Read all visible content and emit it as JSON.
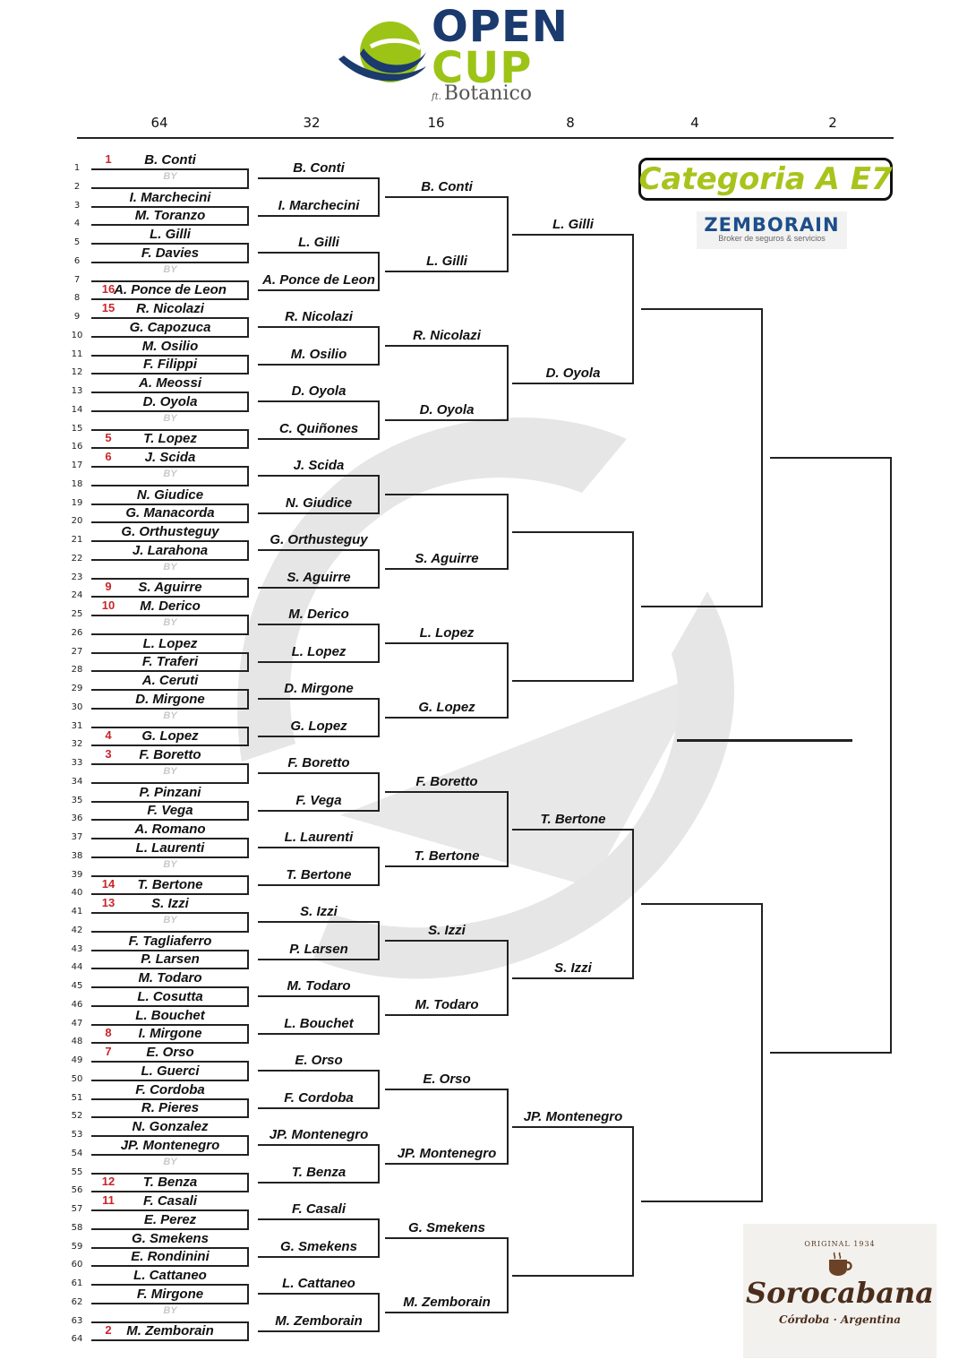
{
  "logo": {
    "word1": "OPEN",
    "word2": "CUP",
    "ft": "ft.",
    "sub": "Botanico"
  },
  "round_headers": [
    "64",
    "32",
    "16",
    "8",
    "4",
    "2"
  ],
  "category": "Categoria A E7",
  "sponsor": {
    "name": "ZEMBORAIN",
    "tagline": "Broker de seguros & servicios"
  },
  "sorocabana": {
    "original": "ORIGINAL 1934",
    "name": "Sorocabana",
    "sub": "Córdoba · Argentina"
  },
  "row_numbers": [
    "1",
    "2",
    "3",
    "4",
    "5",
    "6",
    "7",
    "8",
    "9",
    "10",
    "11",
    "12",
    "13",
    "14",
    "15",
    "16",
    "17",
    "18",
    "19",
    "20",
    "21",
    "22",
    "23",
    "24",
    "25",
    "26",
    "27",
    "28",
    "29",
    "30",
    "31",
    "32",
    "33",
    "34",
    "35",
    "36",
    "37",
    "38",
    "39",
    "40",
    "41",
    "42",
    "43",
    "44",
    "45",
    "46",
    "47",
    "48",
    "49",
    "50",
    "51",
    "52",
    "53",
    "54",
    "55",
    "56",
    "57",
    "58",
    "59",
    "60",
    "61",
    "62",
    "63",
    "64"
  ],
  "round64": [
    {
      "name": "B. Conti",
      "seed": "1"
    },
    {
      "name": "BY",
      "seed": ""
    },
    {
      "name": "I. Marchecini",
      "seed": ""
    },
    {
      "name": "M. Toranzo",
      "seed": ""
    },
    {
      "name": "L. Gilli",
      "seed": ""
    },
    {
      "name": "F. Davies",
      "seed": ""
    },
    {
      "name": "BY",
      "seed": ""
    },
    {
      "name": "A. Ponce de Leon",
      "seed": "16"
    },
    {
      "name": "R. Nicolazi",
      "seed": "15"
    },
    {
      "name": "G. Capozuca",
      "seed": ""
    },
    {
      "name": "M. Osilio",
      "seed": ""
    },
    {
      "name": "F. Filippi",
      "seed": ""
    },
    {
      "name": "A. Meossi",
      "seed": ""
    },
    {
      "name": "D. Oyola",
      "seed": ""
    },
    {
      "name": "BY",
      "seed": ""
    },
    {
      "name": "T. Lopez",
      "seed": "5"
    },
    {
      "name": "J. Scida",
      "seed": "6"
    },
    {
      "name": "BY",
      "seed": ""
    },
    {
      "name": "N. Giudice",
      "seed": ""
    },
    {
      "name": "G. Manacorda",
      "seed": ""
    },
    {
      "name": "G. Orthusteguy",
      "seed": ""
    },
    {
      "name": "J. Larahona",
      "seed": ""
    },
    {
      "name": "BY",
      "seed": ""
    },
    {
      "name": "S. Aguirre",
      "seed": "9"
    },
    {
      "name": "M. Derico",
      "seed": "10"
    },
    {
      "name": "BY",
      "seed": ""
    },
    {
      "name": "L. Lopez",
      "seed": ""
    },
    {
      "name": "F. Traferi",
      "seed": ""
    },
    {
      "name": "A. Ceruti",
      "seed": ""
    },
    {
      "name": "D. Mirgone",
      "seed": ""
    },
    {
      "name": "BY",
      "seed": ""
    },
    {
      "name": "G. Lopez",
      "seed": "4"
    },
    {
      "name": "F. Boretto",
      "seed": "3"
    },
    {
      "name": "BY",
      "seed": ""
    },
    {
      "name": "P. Pinzani",
      "seed": ""
    },
    {
      "name": "F. Vega",
      "seed": ""
    },
    {
      "name": "A. Romano",
      "seed": ""
    },
    {
      "name": "L. Laurenti",
      "seed": ""
    },
    {
      "name": "BY",
      "seed": ""
    },
    {
      "name": "T. Bertone",
      "seed": "14"
    },
    {
      "name": "S. Izzi",
      "seed": "13"
    },
    {
      "name": "BY",
      "seed": ""
    },
    {
      "name": "F. Tagliaferro",
      "seed": ""
    },
    {
      "name": "P. Larsen",
      "seed": ""
    },
    {
      "name": "M. Todaro",
      "seed": ""
    },
    {
      "name": "L. Cosutta",
      "seed": ""
    },
    {
      "name": "L. Bouchet",
      "seed": ""
    },
    {
      "name": "I. Mirgone",
      "seed": "8"
    },
    {
      "name": "E. Orso",
      "seed": "7"
    },
    {
      "name": "L. Guerci",
      "seed": ""
    },
    {
      "name": "F. Cordoba",
      "seed": ""
    },
    {
      "name": "R. Pieres",
      "seed": ""
    },
    {
      "name": "N. Gonzalez",
      "seed": ""
    },
    {
      "name": "JP. Montenegro",
      "seed": ""
    },
    {
      "name": "BY",
      "seed": ""
    },
    {
      "name": "T. Benza",
      "seed": "12"
    },
    {
      "name": "F. Casali",
      "seed": "11"
    },
    {
      "name": "E. Perez",
      "seed": ""
    },
    {
      "name": "G. Smekens",
      "seed": ""
    },
    {
      "name": "E. Rondinini",
      "seed": ""
    },
    {
      "name": "L. Cattaneo",
      "seed": ""
    },
    {
      "name": "F. Mirgone",
      "seed": ""
    },
    {
      "name": "BY",
      "seed": ""
    },
    {
      "name": "M. Zemborain",
      "seed": "2"
    }
  ],
  "round32": [
    "B. Conti",
    "I. Marchecini",
    "L. Gilli",
    "A. Ponce de Leon",
    "R. Nicolazi",
    "M. Osilio",
    "D. Oyola",
    "C. Quiñones",
    "J. Scida",
    "N. Giudice",
    "G. Orthusteguy",
    "S. Aguirre",
    "M. Derico",
    "L. Lopez",
    "D. Mirgone",
    "G. Lopez",
    "F. Boretto",
    "F. Vega",
    "L. Laurenti",
    "T. Bertone",
    "S. Izzi",
    "P. Larsen",
    "M. Todaro",
    "L. Bouchet",
    "E. Orso",
    "F. Cordoba",
    "JP. Montenegro",
    "T. Benza",
    "F. Casali",
    "G. Smekens",
    "L. Cattaneo",
    "M. Zemborain"
  ],
  "round16": [
    "B. Conti",
    "L. Gilli",
    "R. Nicolazi",
    "D. Oyola",
    "",
    "S. Aguirre",
    "L. Lopez",
    "G. Lopez",
    "F. Boretto",
    "T. Bertone",
    "S. Izzi",
    "M. Todaro",
    "E. Orso",
    "JP. Montenegro",
    "G. Smekens",
    "M. Zemborain"
  ],
  "round8": [
    "L. Gilli",
    "D. Oyola",
    "",
    "",
    "T. Bertone",
    "S. Izzi",
    "JP. Montenegro",
    ""
  ],
  "round4": [
    "",
    "",
    "",
    ""
  ],
  "round2": [
    "",
    ""
  ]
}
